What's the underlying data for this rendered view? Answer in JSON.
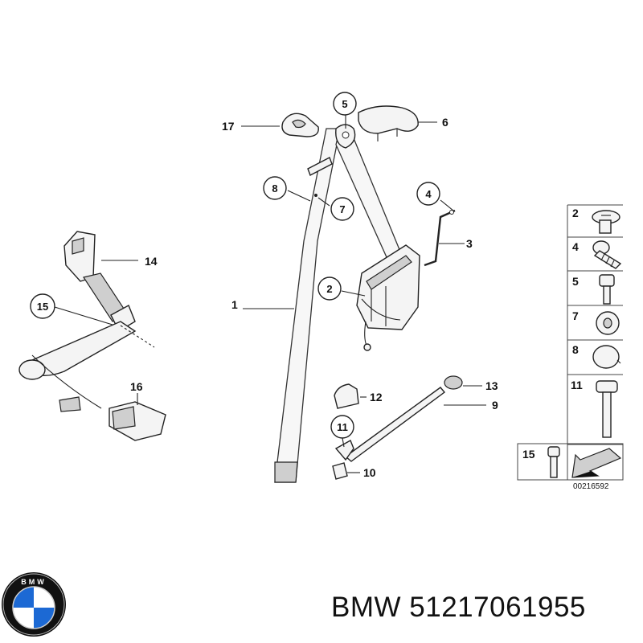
{
  "callouts": {
    "c1": "1",
    "c2": "2",
    "c3": "3",
    "c4": "4",
    "c5": "5",
    "c6": "6",
    "c7": "7",
    "c8": "8",
    "c9": "9",
    "c10": "10",
    "c11": "11",
    "c12": "12",
    "c13": "13",
    "c14": "14",
    "c15": "15",
    "c16": "16",
    "c17": "17"
  },
  "legend": {
    "items": [
      "2",
      "4",
      "5",
      "7",
      "8",
      "11"
    ],
    "bottom_item": "15",
    "reference": "00216592"
  },
  "brand_logo": {
    "text": "BMW",
    "colors": {
      "blue": "#1c69d4",
      "ring": "#111111",
      "white": "#ffffff"
    }
  },
  "caption": {
    "brand": "BMW",
    "part_number": "51217061955"
  }
}
